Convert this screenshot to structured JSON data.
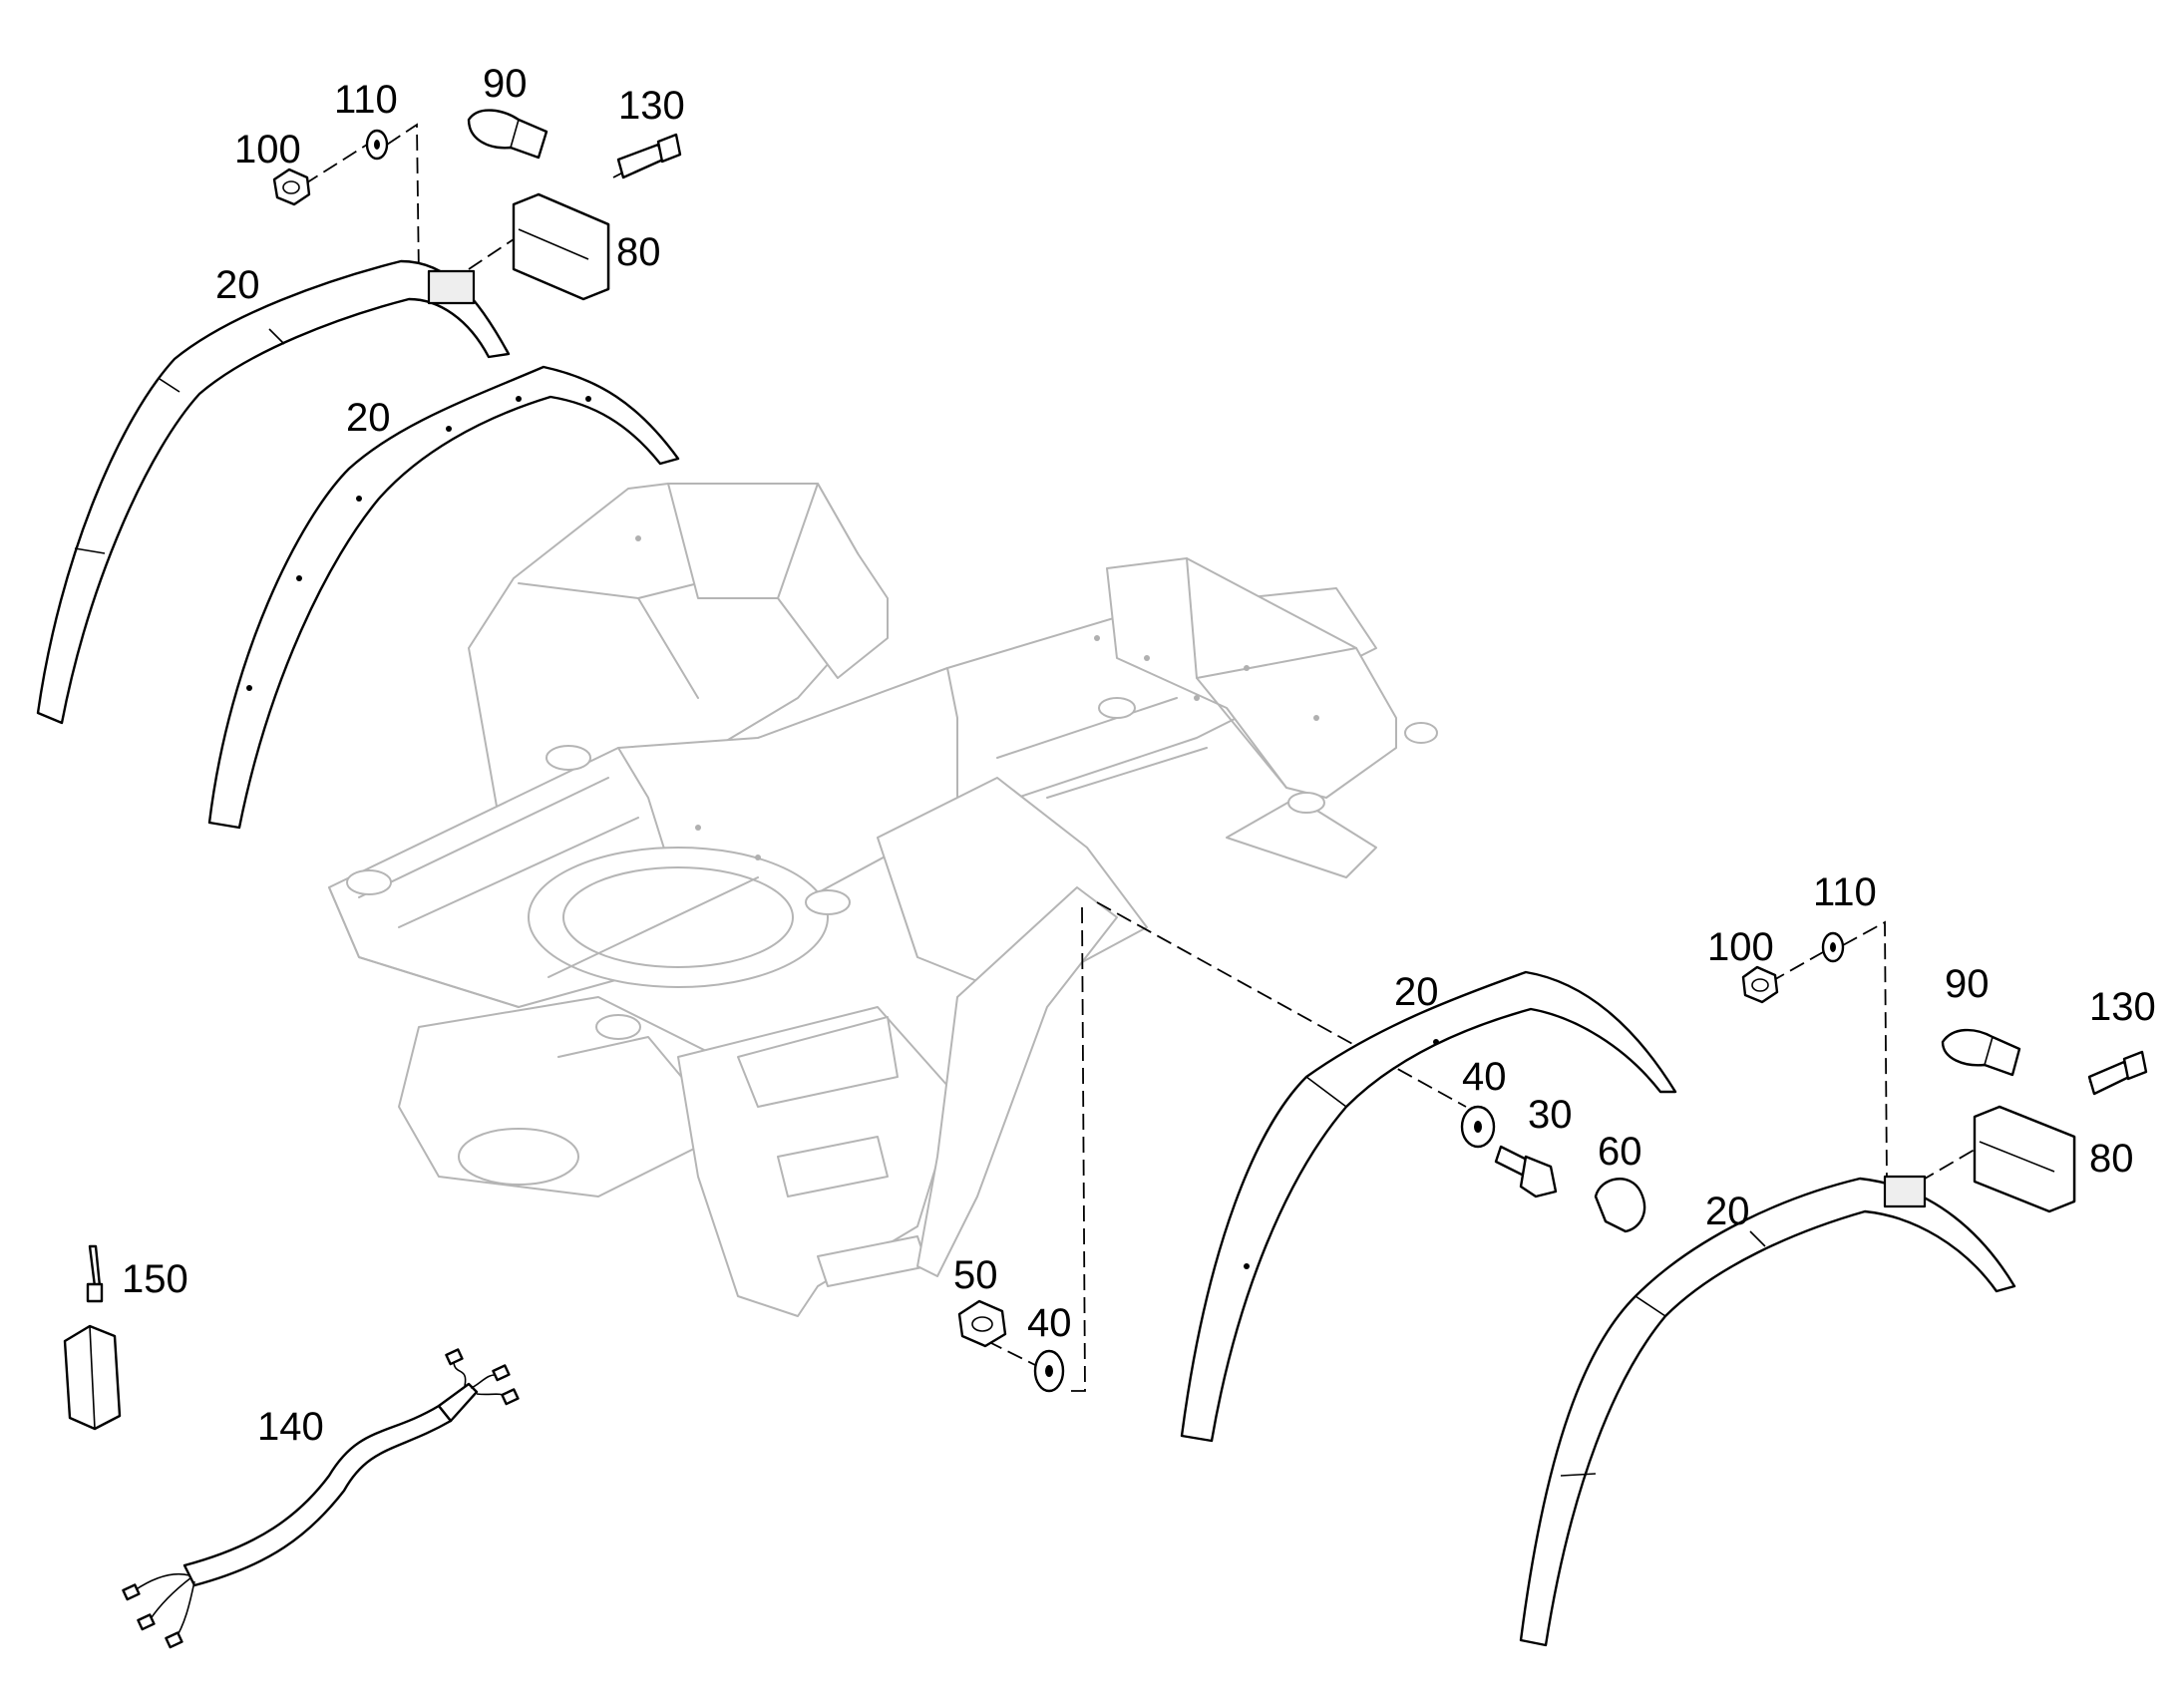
{
  "parts": {
    "fender_top_outer": "20",
    "fender_top_inner": "20",
    "fender_mid": "20",
    "fender_bottom": "20",
    "bolt_mid": "30",
    "washer_mid": "40",
    "washer_bottom": "40",
    "nut_bottom": "50",
    "cap_mid": "60",
    "lamp_top": "80",
    "lamp_right": "80",
    "bulb_top": "90",
    "bulb_right": "90",
    "nut_top": "100",
    "nut_right": "100",
    "washer_top": "110",
    "washer_right": "110",
    "screw_top": "130",
    "screw_right": "130",
    "harness": "140",
    "connector": "150"
  }
}
